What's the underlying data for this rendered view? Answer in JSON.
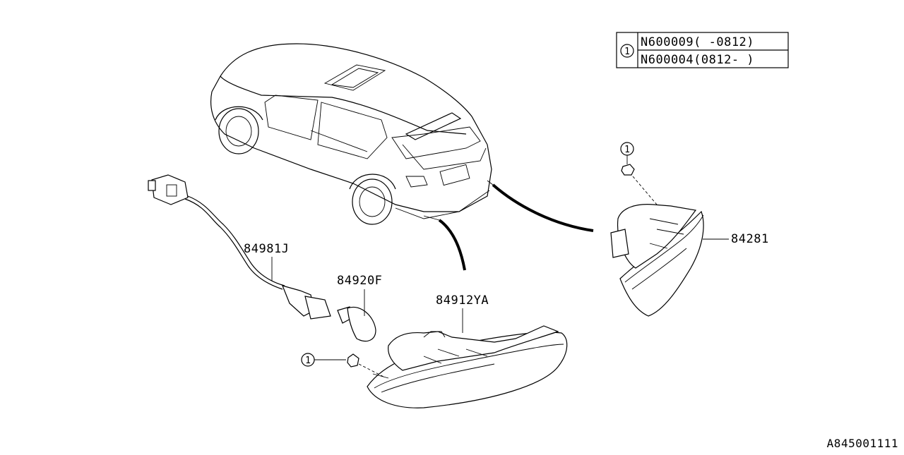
{
  "legend": {
    "marker": "1",
    "rows": [
      "N600009(  -0812)",
      "N600004(0812-  )"
    ]
  },
  "callout_marker": "1",
  "parts": {
    "wire_harness": "84981J",
    "bulb": "84920F",
    "lamp_left": "84912YA",
    "lamp_right": "84281"
  },
  "reference_code": "A845001111"
}
